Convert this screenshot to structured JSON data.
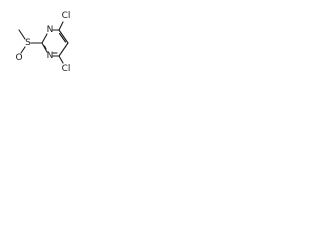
{
  "structure": {
    "atoms": {
      "n1": "N",
      "n2": "N",
      "cl_top": "Cl",
      "cl_bottom": "Cl",
      "s": "S",
      "o": "O"
    }
  }
}
